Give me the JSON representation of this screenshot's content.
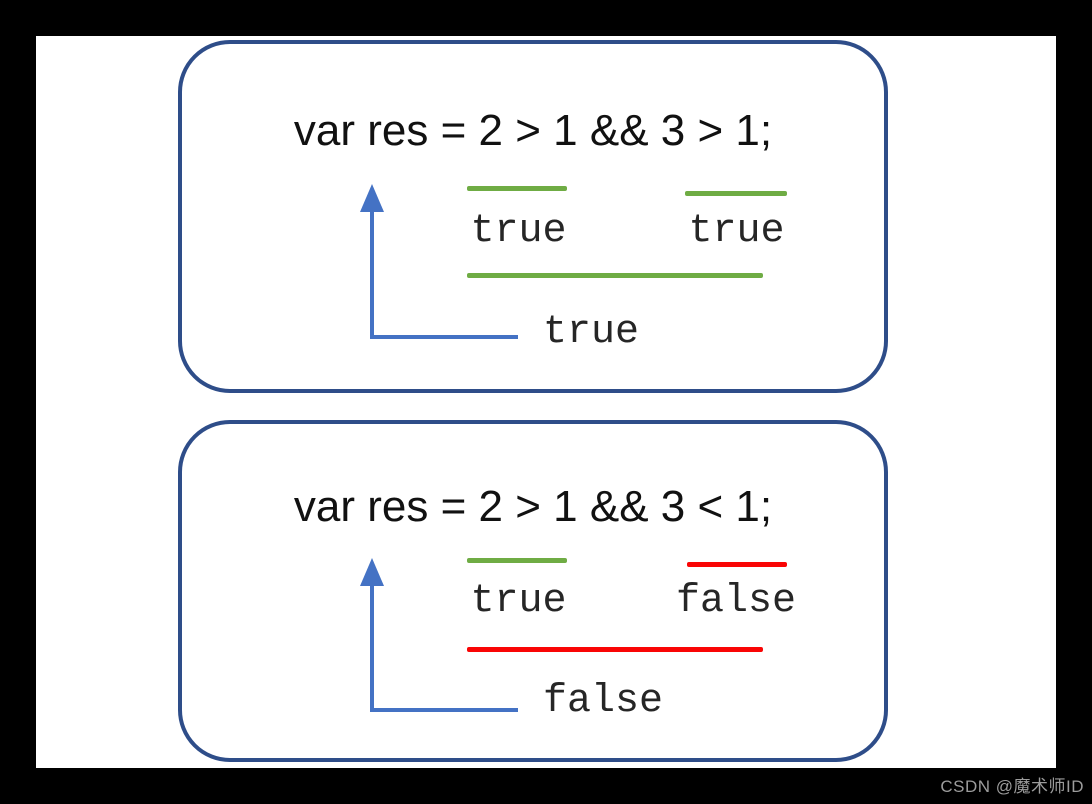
{
  "watermark": "CSDN @魔术师ID",
  "colors": {
    "box_border": "#2E4D89",
    "arrow_blue": "#4472C4",
    "true_green": "#6FAC44",
    "false_red": "#F90505",
    "code_text": "#111111",
    "label_text": "#262626",
    "watermark_gray": "#9C9C9C"
  },
  "examples": [
    {
      "expression": "var res = 2 > 1 && 3 > 1;",
      "left_operand": {
        "label": "true",
        "underline_color": "#6FAC44"
      },
      "right_operand": {
        "label": "true",
        "underline_color": "#6FAC44"
      },
      "result": {
        "label": "true",
        "underline_color": "#6FAC44"
      }
    },
    {
      "expression": "var res = 2 > 1 && 3 < 1;",
      "left_operand": {
        "label": "true",
        "underline_color": "#6FAC44"
      },
      "right_operand": {
        "label": "false",
        "underline_color": "#F90505"
      },
      "result": {
        "label": "false",
        "underline_color": "#F90505"
      }
    }
  ]
}
